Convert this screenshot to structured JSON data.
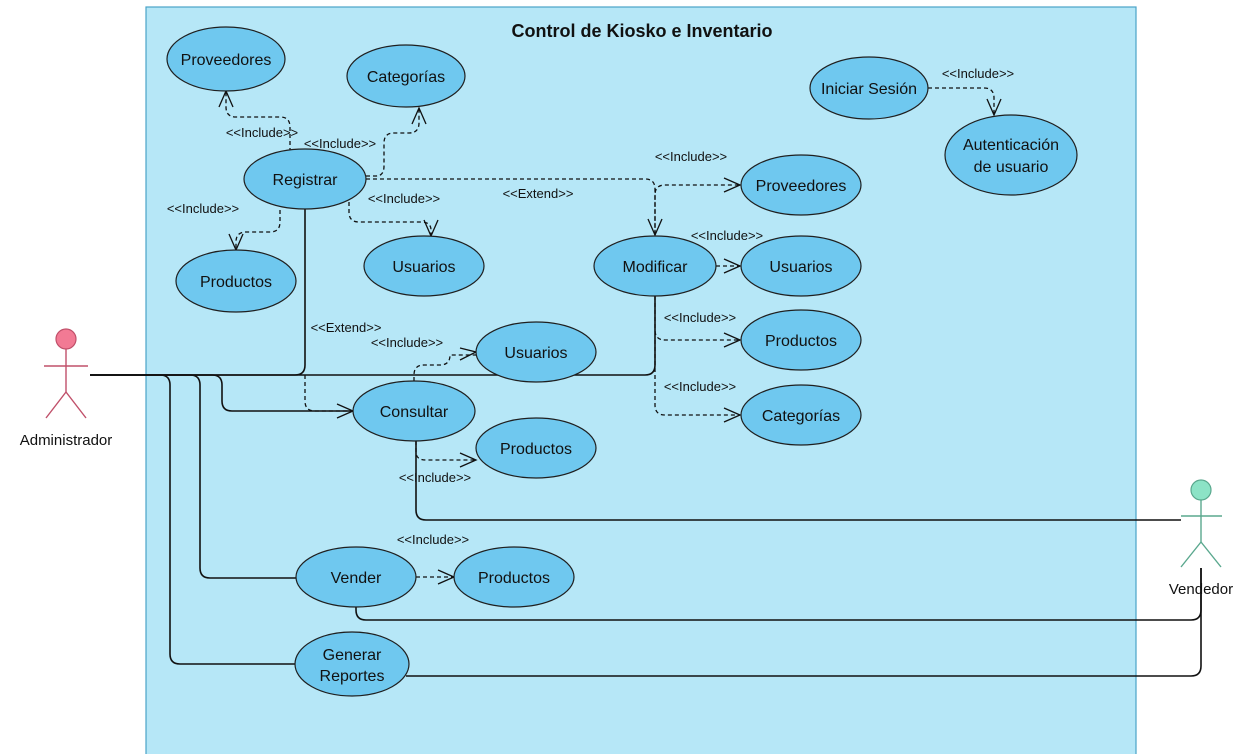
{
  "title": "Control de Kiosko e Inventario",
  "colors": {
    "system": "#b6e7f7",
    "use_case": "#6fc8ef",
    "admin_actor": "#f27a94",
    "seller_actor": "#8ce3c6"
  },
  "actors": {
    "admin": "Administrador",
    "seller": "Vendedor"
  },
  "use_cases": {
    "proveedores_top": "Proveedores",
    "categorias_top": "Categorías",
    "registrar": "Registrar",
    "productos_left": "Productos",
    "usuarios_reg": "Usuarios",
    "iniciar_sesion": "Iniciar Sesión",
    "autenticacion_1": "Autenticación",
    "autenticacion_2": "de usuario",
    "proveedores_mod": "Proveedores",
    "modificar": "Modificar",
    "usuarios_mod": "Usuarios",
    "productos_mod": "Productos",
    "categorias_mod": "Categorías",
    "usuarios_cons": "Usuarios",
    "consultar": "Consultar",
    "productos_cons": "Productos",
    "vender": "Vender",
    "productos_vend": "Productos",
    "reportes_1": "Generar",
    "reportes_2": "Reportes"
  },
  "relations": {
    "include": "<<Include>>",
    "extend": "<<Extend>>"
  }
}
